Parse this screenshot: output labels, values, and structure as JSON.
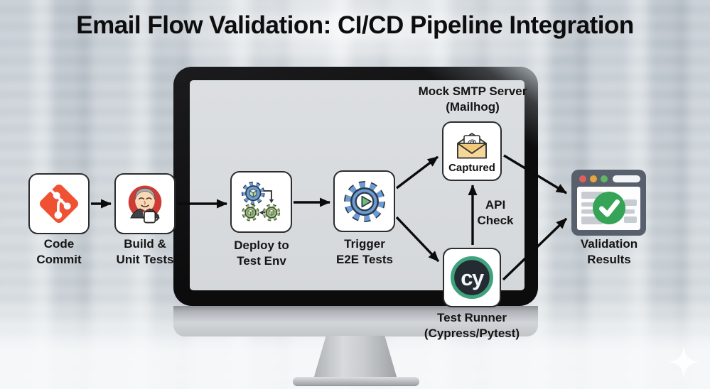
{
  "title": "Email Flow Validation: CI/CD Pipeline Integration",
  "pipeline": {
    "code_commit": {
      "label": "Code\nCommit"
    },
    "build_unit_tests": {
      "label": "Build &\nUnit Tests"
    },
    "deploy_test_env": {
      "label": "Deploy to\nTest Env"
    },
    "trigger_e2e_tests": {
      "label": "Trigger\nE2E Tests"
    },
    "mock_smtp_server": {
      "caption": "Mock SMTP Server\n(Mailhog)",
      "status": "Captured",
      "at_symbol": "@"
    },
    "api_check": {
      "label": "API\nCheck"
    },
    "test_runner": {
      "label": "Test Runner\n(Cypress/Pytest)",
      "logo_text": "cy"
    },
    "validation_results": {
      "label": "Validation\nResults"
    }
  },
  "colors": {
    "git_orange": "#F05133",
    "jenkins_red": "#CE3B33",
    "gear_blue": "#6B9CD6",
    "gear_green": "#9CBB7D",
    "play_green": "#6FBF73",
    "envelope_tan": "#F2C879",
    "cypress_ring_green": "#3FA37E",
    "cypress_dark": "#242B33",
    "browser_frame": "#57606C",
    "check_green": "#35A456",
    "dot_red": "#DF5F5A",
    "dot_yellow": "#E7A43E",
    "dot_green": "#5FB766",
    "arrow_black": "#0B0B0B",
    "screen_gray": "#D9DCDF"
  }
}
